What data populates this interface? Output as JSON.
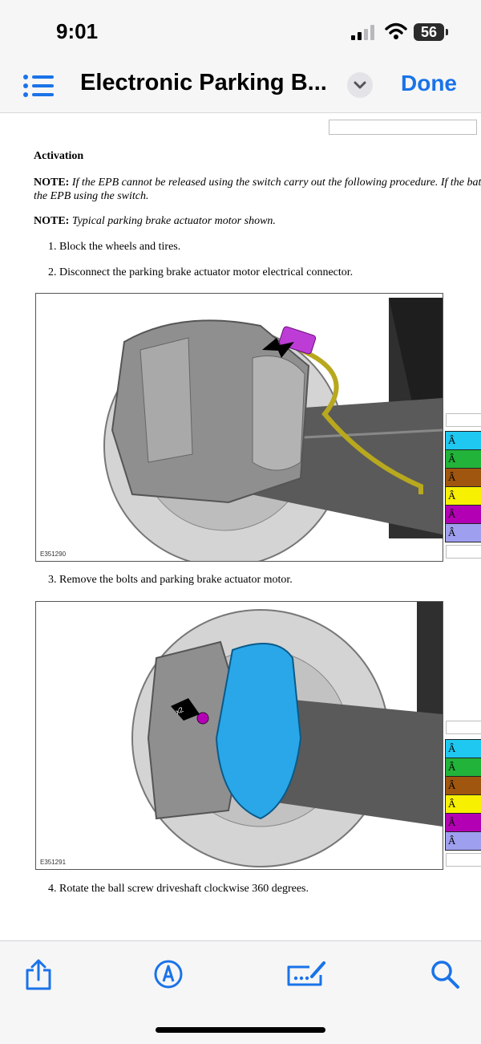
{
  "status": {
    "time": "9:01",
    "battery": "56"
  },
  "nav": {
    "title": "Electronic Parking B...",
    "done_label": "Done"
  },
  "doc": {
    "heading": "Activation",
    "note1_label": "NOTE:",
    "note1_line1": " If the EPB cannot be released using the switch carry out the following procedure. If the batt",
    "note1_line2": "the EPB using the switch.",
    "note2_label": "NOTE:",
    "note2_text": " Typical parking brake actuator motor shown.",
    "steps": [
      "1.  Block the wheels and tires.",
      "2.  Disconnect the parking brake actuator motor electrical connector.",
      "3.  Remove the bolts and parking brake actuator motor.",
      "4.  Rotate the ball screw driveshaft clockwise 360 degrees."
    ],
    "figures": [
      {
        "label": "E351290"
      },
      {
        "label": "E351291",
        "callout": "x2"
      }
    ]
  },
  "swatches": {
    "glyph": "Â",
    "colors": [
      "#1ec8f0",
      "#22b33a",
      "#a0560e",
      "#f7f000",
      "#b400b4",
      "#9f9ff0"
    ]
  },
  "icons": [
    "share-icon",
    "markup-icon",
    "signature-icon",
    "search-icon"
  ]
}
